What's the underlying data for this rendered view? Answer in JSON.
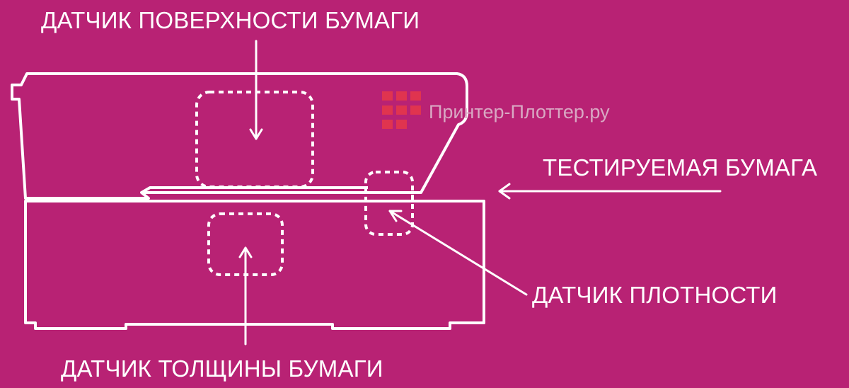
{
  "labels": {
    "surface_sensor": "ДАТЧИК ПОВЕРХНОСТИ БУМАГИ",
    "tested_paper": "ТЕСТИРУЕМАЯ БУМАГА",
    "density_sensor": "ДАТЧИК ПЛОТНОСТИ",
    "thickness_sensor": "ДАТЧИК ТОЛЩИНЫ БУМАГИ"
  },
  "watermark": {
    "text": "Принтер-Плоттер.ру",
    "logo_color": "#E0344F"
  },
  "colors": {
    "background": "#B82274",
    "line": "#FFFFFF"
  }
}
